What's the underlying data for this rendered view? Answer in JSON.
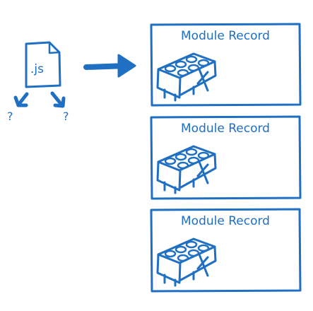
{
  "file": {
    "label": ".js",
    "unknown_left": "?",
    "unknown_right": "?"
  },
  "records": [
    {
      "title": "Module Record"
    },
    {
      "title": "Module Record"
    },
    {
      "title": "Module Record"
    }
  ],
  "colors": {
    "ink": "#1f6fc2",
    "background": "#ffffff"
  }
}
